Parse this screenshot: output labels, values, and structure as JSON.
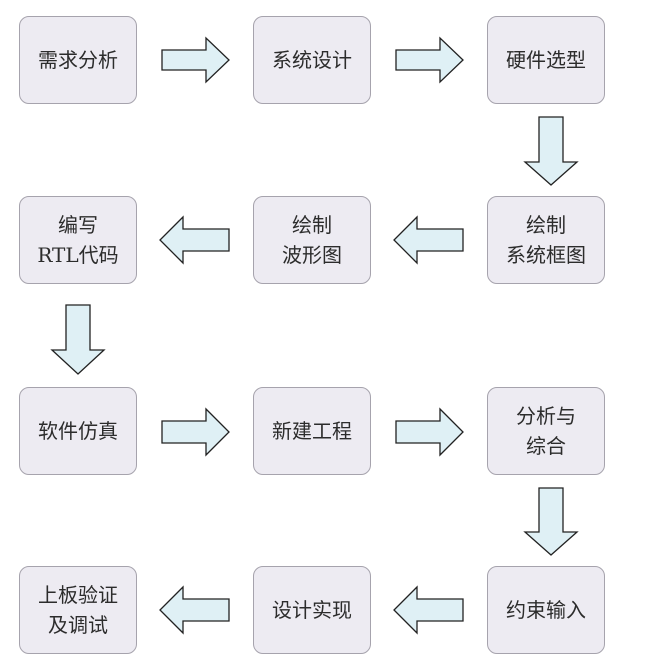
{
  "steps": {
    "requirements_analysis": [
      "需求分析"
    ],
    "system_design": [
      "系统设计"
    ],
    "hardware_selection": [
      "硬件选型"
    ],
    "draw_system_block_diagram": [
      "绘制",
      "系统框图"
    ],
    "draw_waveform": [
      "绘制",
      "波形图"
    ],
    "write_rtl_code": [
      "编写",
      "RTL代码"
    ],
    "software_simulation": [
      "软件仿真"
    ],
    "new_project": [
      "新建工程"
    ],
    "analysis_synthesis": [
      "分析与",
      "综合"
    ],
    "constraint_input": [
      "约束输入"
    ],
    "design_implementation": [
      "设计实现"
    ],
    "board_verification_debug": [
      "上板验证",
      "及调试"
    ]
  },
  "colors": {
    "box_fill": "#edebf2",
    "box_border": "#a6a3ad",
    "arrow_fill": "#dff0f5",
    "arrow_stroke": "#222222"
  }
}
